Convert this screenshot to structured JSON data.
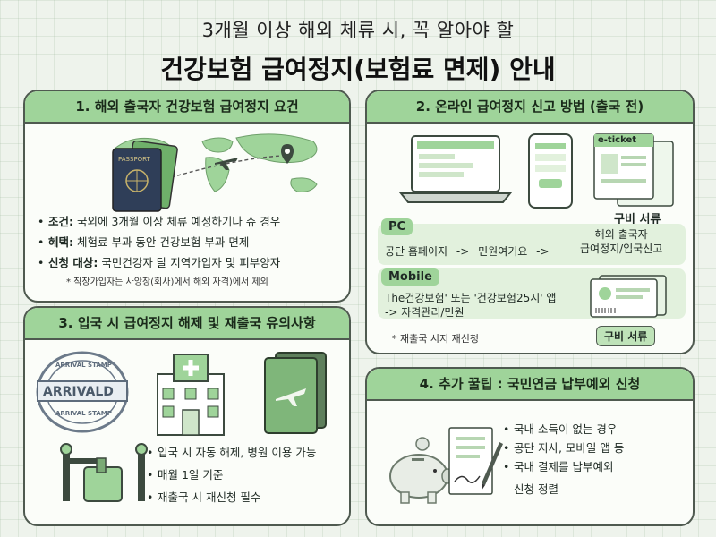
{
  "header": {
    "subtitle": "3개월 이상 해외 체류 시,  꼭 알아야 할",
    "title": "건강보험 급여정지(보험료 면제) 안내"
  },
  "section1": {
    "title": "1. 해외 출국자 건강보험 급여정지 요건",
    "passport_label": "PASSPORT",
    "items": [
      {
        "bold": "조건:",
        "text": " 국외에 3개월 이상 체류 예정하기나   쥬 경우"
      },
      {
        "bold": "혜택:",
        "text": " 체험료 부과 동안 건강보험 부과 면제"
      },
      {
        "bold": "신청 대상:",
        "text": " 국민건강자 탈 지역가입자 및 피부양자"
      }
    ],
    "note": "* 직장가입자는 사앙장(회사)에서 해외 자격)에서 제외"
  },
  "section2": {
    "title": "2. 온라인 급여정지 신고 방법 (출국 전)",
    "eticket": "e-ticket",
    "docs_caption": "구비 서류",
    "pc": {
      "label": "PC",
      "step1": "공단 홈페이지",
      "arrow1": "->",
      "step2": "민원여기요",
      "arrow2": "->",
      "result_line1": "해외 출국자",
      "result_line2": "급여정지/입국신고"
    },
    "mobile": {
      "label": "Mobile",
      "line1": "The건강보험' 또는 '건강보험25시' 앱",
      "line2": "-> 자격관리/민원"
    },
    "note": "* 재출국 시지 재신청",
    "docs_tag": "구비 서류"
  },
  "section3": {
    "title": "3. 입국 시 급여정지 해제 및 재출국 유의사항",
    "stamp_top": "ARRIVAL STAMP",
    "stamp_main": "ARRIVALD",
    "stamp_bottom": "ARRIVAL STAMP",
    "items": [
      "입국 시 자동 해제, 병원 이용 가능",
      "매월 1일 기준",
      "재출국 시 재신청 필수"
    ]
  },
  "section4": {
    "title": "4. 추가 꿀팁 : 국민연금 납부예외 신청",
    "items": [
      "국내 소득이 없는 경우",
      "공단 지사, 모바일 앱 등",
      "국내 결제를 납부예외"
    ],
    "continuation": "신청 정렬"
  }
}
